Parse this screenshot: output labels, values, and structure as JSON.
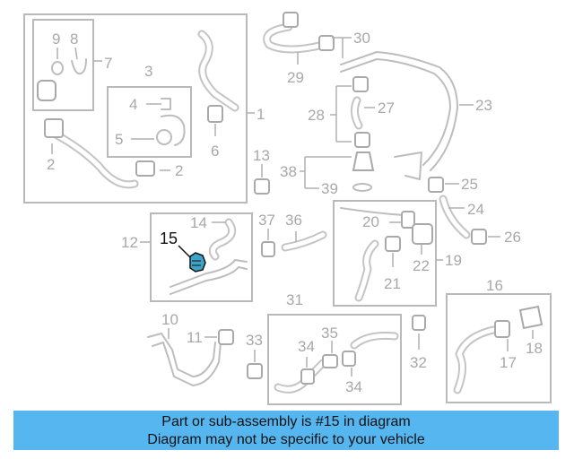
{
  "diagram": {
    "highlighted_callout": "15",
    "highlight_color": "#3fa3c9",
    "callouts": [
      "1",
      "2",
      "2",
      "3",
      "4",
      "5",
      "6",
      "7",
      "8",
      "9",
      "10",
      "11",
      "12",
      "13",
      "14",
      "15",
      "16",
      "17",
      "18",
      "19",
      "20",
      "21",
      "22",
      "23",
      "24",
      "25",
      "26",
      "27",
      "28",
      "29",
      "30",
      "31",
      "32",
      "33",
      "34",
      "34",
      "35",
      "36",
      "37",
      "38",
      "39"
    ]
  },
  "banner": {
    "line1": "Part or sub-assembly is #15 in diagram",
    "line2": "Diagram may not be specific to your vehicle",
    "background": "#55b6f0"
  }
}
